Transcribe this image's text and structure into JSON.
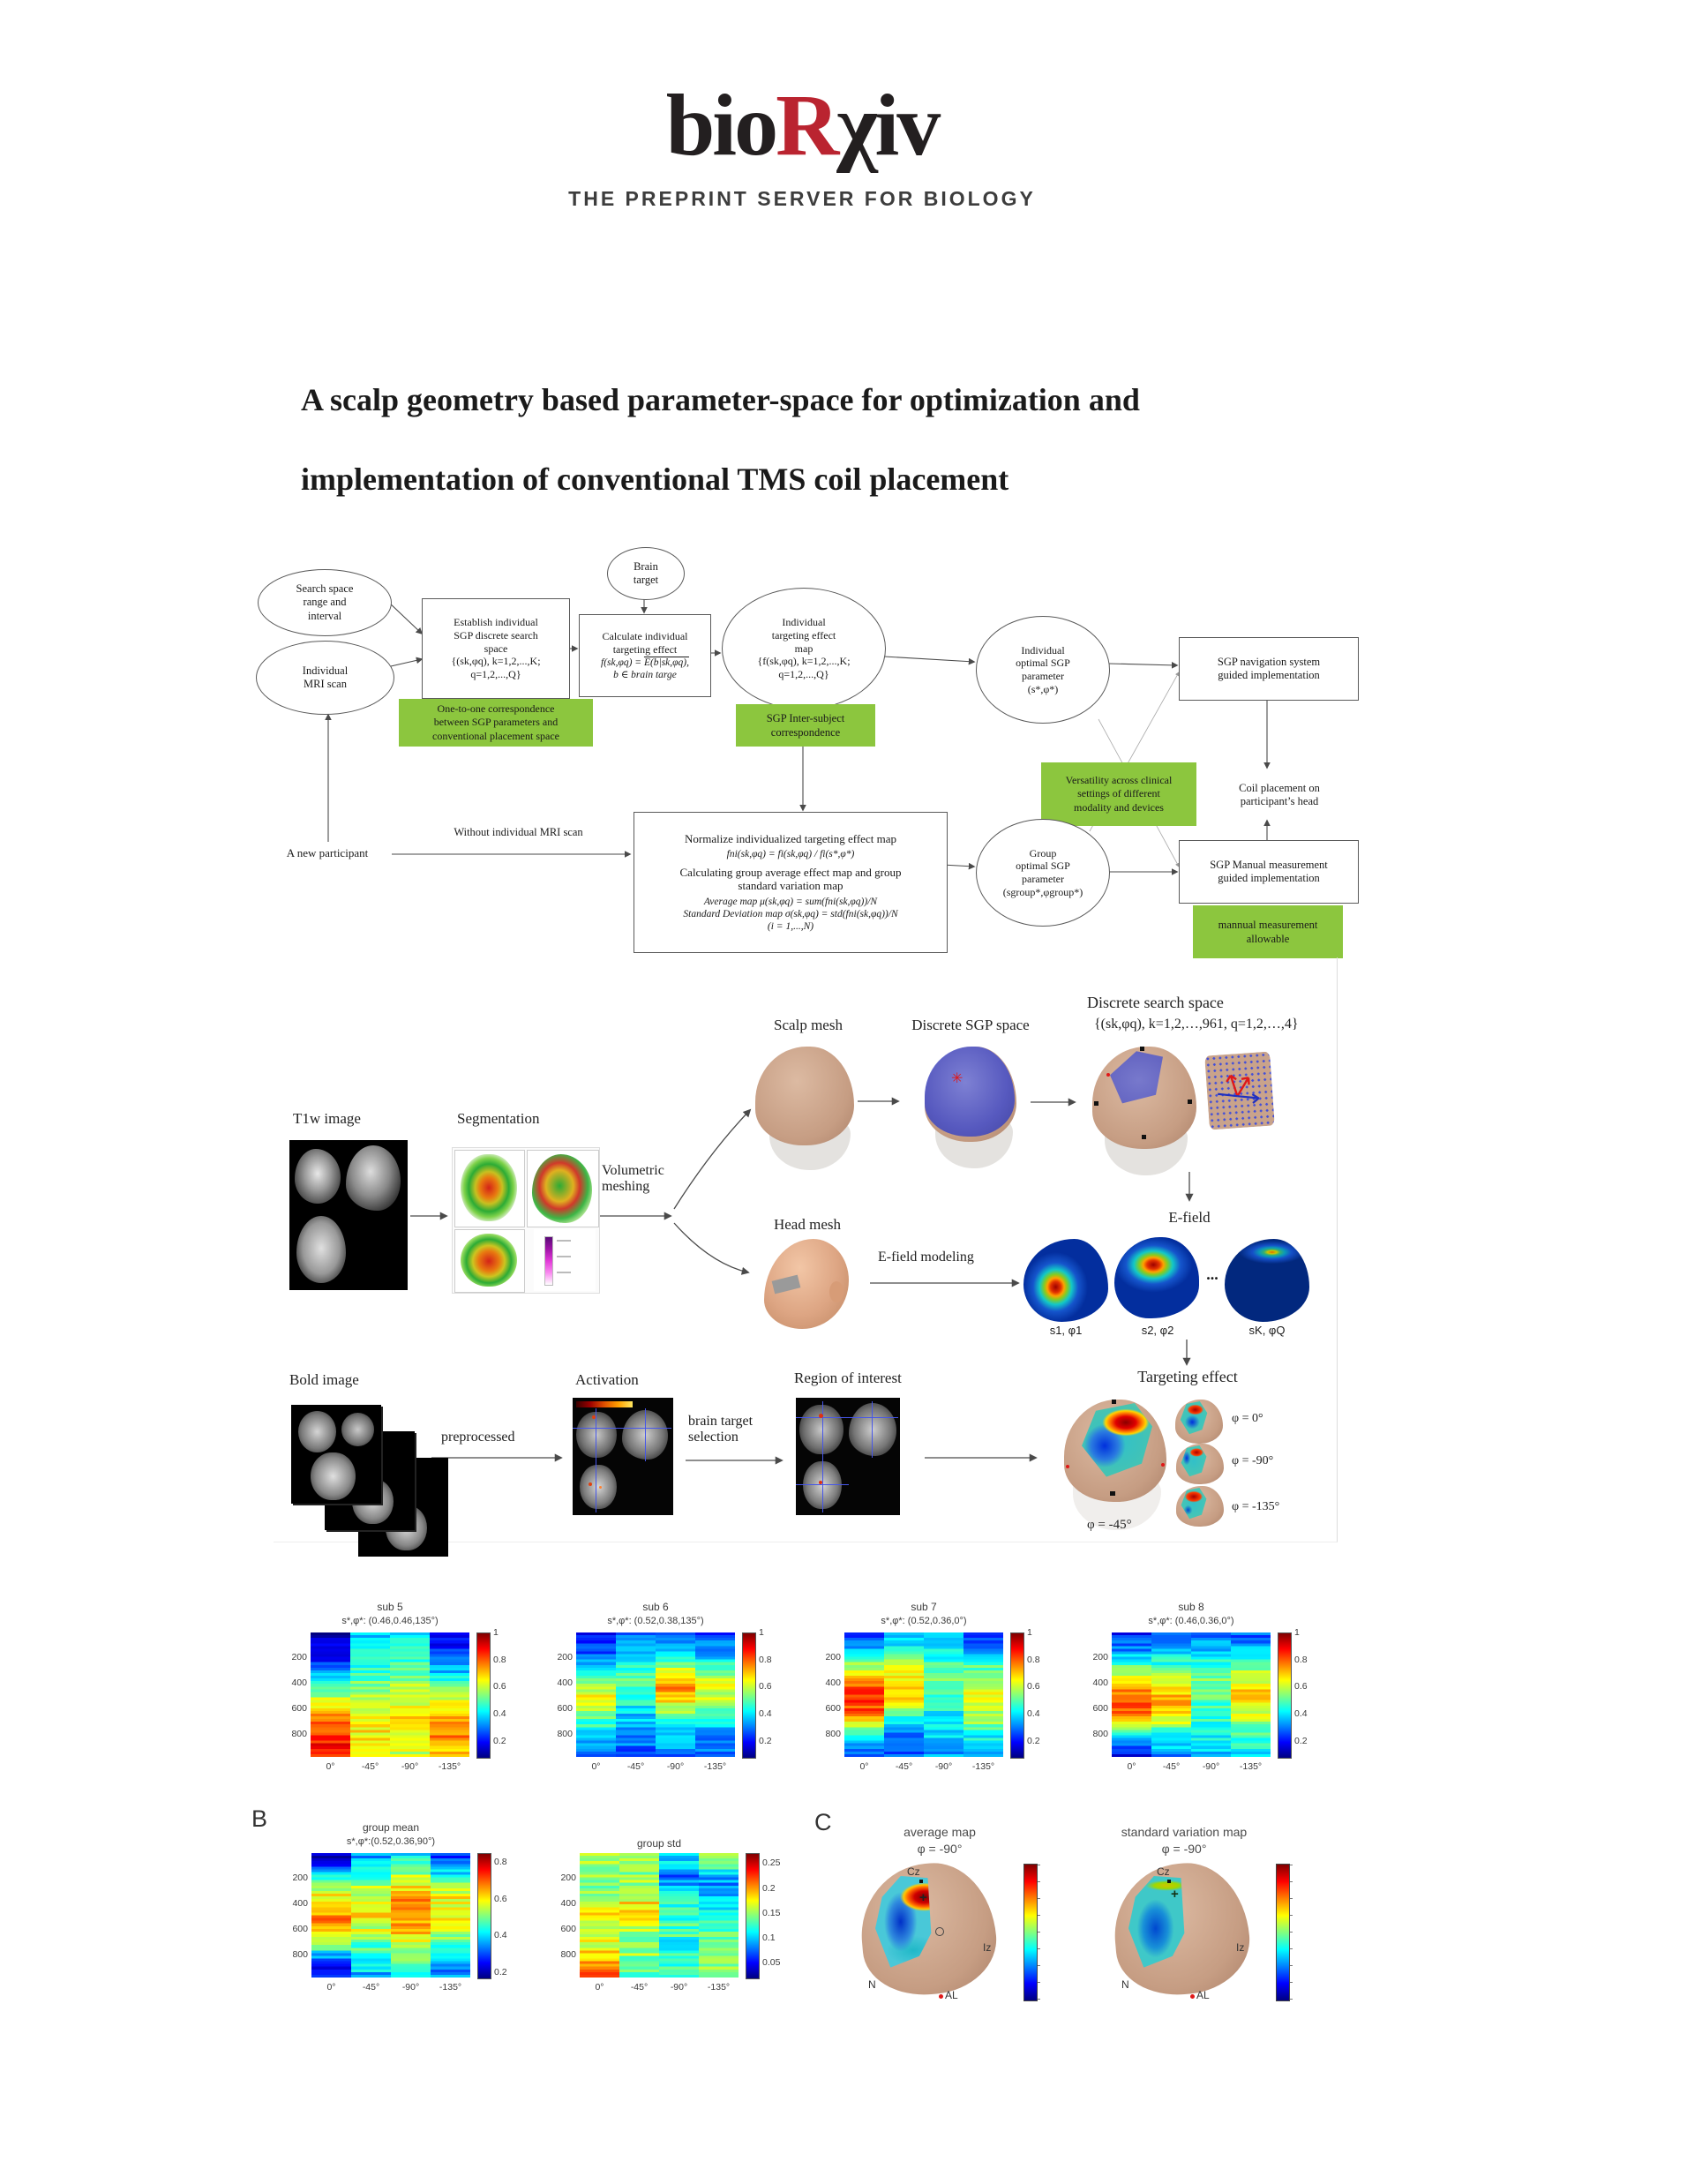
{
  "logo": {
    "bio": "bio",
    "r": "R",
    "chi": "χ",
    "iv": "iv",
    "tagline": "THE PREPRINT SERVER FOR BIOLOGY",
    "red": "#BA2430"
  },
  "title": {
    "line1": "A scalp geometry based parameter-space for optimization and",
    "line2": "implementation of conventional TMS coil placement"
  },
  "colors": {
    "green_box": "#8CC63E",
    "head_tan": "#C9A38B",
    "cap_blue": "#5055C5"
  },
  "flowchart": {
    "search_space": "Search space\nrange and\ninterval",
    "mri_scan": "Individual\nMRI scan",
    "establish": "Establish individual\nSGP discrete search\nspace\n{(sk,φq), k=1,2,...,K;\nq=1,2,...,Q}",
    "one_to_one": "One-to-one correspondence\nbetween SGP parameters and\nconventional placement space",
    "brain_target": "Brain\ntarget",
    "calculate_title": "Calculate individual\ntargeting effect",
    "calculate_f1": "f(sk,φq) =  ",
    "calculate_f1_over": "E(b|sk,φq),",
    "calculate_f2": "b ∈ brain targe",
    "targeting_map": "Individual\ntargeting effect\nmap\n{f(sk,φq), k=1,2,...,K;\nq=1,2,...,Q}",
    "inter_subject": "SGP Inter-subject\ncorrespondence",
    "individual_optimal": "Individual\noptimal SGP\nparameter\n(s*,φ*)",
    "navigation": "SGP navigation system\nguided implementation",
    "versatility": "Versatility across clinical\nsettings of different\nmodality and devices",
    "coil_placement": "Coil placement on\nparticipant’s head",
    "group_optimal": "Group\noptimal SGP\nparameter\n(sgroup*,φgroup*)",
    "manual": "SGP Manual measurement\nguided implementation",
    "manual_allowable": "mannual measurement\nallowable",
    "new_participant": "A new participant",
    "without_mri": "Without individual MRI scan",
    "normalize_title": "Normalize individualized targeting effect map",
    "normalize_f1": "fni(sk,φq) = fi(sk,φq) / fi(s*,φ*)",
    "normalize_sub": "Calculating group average effect map and group\nstandard variation map",
    "normalize_f2": "Average map μ(sk,φq) = sum(fni(sk,φq))/N",
    "normalize_f3": "Standard Deviation map σ(sk,φq) = std(fni(sk,φq))/N",
    "normalize_f4": "(i =  1,...,N)"
  },
  "figure": {
    "t1w": "T1w image",
    "segmentation": "Segmentation",
    "volumetric": "Volumetric\nmeshing",
    "scalp_mesh": "Scalp mesh",
    "discrete_sgp": "Discrete SGP space",
    "discrete_search_1": "Discrete search space",
    "discrete_search_2": "{(sk,φq), k=1,2,…,961, q=1,2,…,4}",
    "head_mesh": "Head mesh",
    "efield_modeling": "E-field modeling",
    "efield": "E-field",
    "brain_labels": [
      "s1, φ1",
      "s2, φ2",
      "sK, φQ"
    ],
    "dots": "...",
    "bold_image": "Bold image",
    "preprocessed": "preprocessed",
    "activation": "Activation",
    "brain_target_selection": "brain target\nselection",
    "roi": "Region of interest",
    "targeting_effect": "Targeting effect",
    "phi_big": "φ = -45°",
    "phi_0": "φ = 0°",
    "phi_90": "φ = -90°",
    "phi_135": "φ = -135°"
  },
  "panel_b_label": "B",
  "panel_c_label": "C",
  "panel_c": {
    "avg_title": "average map",
    "avg_phi": "φ = -90°",
    "std_title": "standard variation map",
    "std_phi": "φ = -90°",
    "cz": "Cz",
    "iz": "Iz",
    "n": "N",
    "al": "AL"
  },
  "chart_data": [
    {
      "type": "heatmap",
      "title": "sub 5",
      "subtitle": "s*,φ*: (0.46,0.46,135°)",
      "x_ticks": [
        "0°",
        "-45°",
        "-90°",
        "-135°"
      ],
      "y_ticks": [
        200,
        400,
        600,
        800
      ],
      "y_max": 970,
      "colorbar_ticks": [
        1,
        0.8,
        0.6,
        0.4,
        0.2
      ],
      "cmin": 0.08,
      "cmax": 1,
      "jitter": 0.13,
      "columns": [
        [
          0.12,
          0.15,
          0.2,
          0.28,
          0.38,
          0.5,
          0.62,
          0.72,
          0.8,
          0.85,
          0.88,
          0.82
        ],
        [
          0.38,
          0.4,
          0.42,
          0.45,
          0.5,
          0.55,
          0.6,
          0.65,
          0.68,
          0.66,
          0.68,
          0.63
        ],
        [
          0.42,
          0.44,
          0.46,
          0.5,
          0.55,
          0.58,
          0.62,
          0.66,
          0.68,
          0.66,
          0.64,
          0.6
        ],
        [
          0.18,
          0.22,
          0.3,
          0.33,
          0.45,
          0.52,
          0.6,
          0.68,
          0.73,
          0.78,
          0.72,
          0.68
        ]
      ]
    },
    {
      "type": "heatmap",
      "title": "sub 6",
      "subtitle": "s*,φ*: (0.52,0.38,135°)",
      "x_ticks": [
        "0°",
        "-45°",
        "-90°",
        "-135°"
      ],
      "y_ticks": [
        200,
        400,
        600,
        800
      ],
      "y_max": 970,
      "colorbar_ticks": [
        1,
        0.8,
        0.6,
        0.4,
        0.2
      ],
      "cmin": 0.08,
      "cmax": 1,
      "jitter": 0.13,
      "columns": [
        [
          0.2,
          0.22,
          0.28,
          0.4,
          0.52,
          0.58,
          0.66,
          0.58,
          0.48,
          0.4,
          0.33,
          0.25
        ],
        [
          0.3,
          0.33,
          0.38,
          0.46,
          0.52,
          0.5,
          0.46,
          0.4,
          0.36,
          0.33,
          0.3,
          0.28
        ],
        [
          0.3,
          0.36,
          0.44,
          0.58,
          0.7,
          0.76,
          0.7,
          0.56,
          0.44,
          0.38,
          0.33,
          0.3
        ],
        [
          0.25,
          0.3,
          0.38,
          0.48,
          0.58,
          0.64,
          0.58,
          0.48,
          0.4,
          0.35,
          0.3,
          0.28
        ]
      ]
    },
    {
      "type": "heatmap",
      "title": "sub 7",
      "subtitle": "s*,φ*: (0.52,0.36,0°)",
      "x_ticks": [
        "0°",
        "-45°",
        "-90°",
        "-135°"
      ],
      "y_ticks": [
        200,
        400,
        600,
        800
      ],
      "y_max": 970,
      "colorbar_ticks": [
        1,
        0.8,
        0.6,
        0.4,
        0.2
      ],
      "cmin": 0.08,
      "cmax": 1,
      "jitter": 0.13,
      "columns": [
        [
          0.2,
          0.3,
          0.45,
          0.6,
          0.72,
          0.82,
          0.85,
          0.8,
          0.65,
          0.45,
          0.3,
          0.25
        ],
        [
          0.35,
          0.4,
          0.5,
          0.6,
          0.68,
          0.72,
          0.66,
          0.5,
          0.4,
          0.33,
          0.3,
          0.28
        ],
        [
          0.38,
          0.4,
          0.44,
          0.5,
          0.52,
          0.5,
          0.46,
          0.44,
          0.42,
          0.4,
          0.36,
          0.34
        ],
        [
          0.22,
          0.3,
          0.4,
          0.5,
          0.56,
          0.6,
          0.64,
          0.6,
          0.55,
          0.45,
          0.4,
          0.33
        ]
      ]
    },
    {
      "type": "heatmap",
      "title": "sub 8",
      "subtitle": "s*,φ*: (0.46,0.36,0°)",
      "x_ticks": [
        "0°",
        "-45°",
        "-90°",
        "-135°"
      ],
      "y_ticks": [
        200,
        400,
        600,
        800
      ],
      "y_max": 970,
      "colorbar_ticks": [
        1,
        0.8,
        0.6,
        0.4,
        0.2
      ],
      "cmin": 0.08,
      "cmax": 1,
      "jitter": 0.13,
      "columns": [
        [
          0.22,
          0.28,
          0.38,
          0.52,
          0.64,
          0.74,
          0.8,
          0.78,
          0.68,
          0.45,
          0.28,
          0.2
        ],
        [
          0.3,
          0.34,
          0.4,
          0.5,
          0.6,
          0.68,
          0.74,
          0.73,
          0.6,
          0.45,
          0.38,
          0.33
        ],
        [
          0.3,
          0.34,
          0.4,
          0.48,
          0.54,
          0.54,
          0.5,
          0.48,
          0.46,
          0.44,
          0.4,
          0.38
        ],
        [
          0.28,
          0.33,
          0.42,
          0.54,
          0.63,
          0.68,
          0.68,
          0.63,
          0.55,
          0.48,
          0.44,
          0.4
        ]
      ]
    },
    {
      "type": "heatmap",
      "title": "group mean",
      "subtitle": "s*,φ*:(0.52,0.36,90°)",
      "x_ticks": [
        "0°",
        "-45°",
        "-90°",
        "-135°"
      ],
      "y_ticks": [
        200,
        400,
        600,
        800
      ],
      "y_max": 970,
      "colorbar_ticks": [
        0.8,
        0.6,
        0.4,
        0.2
      ],
      "cmin": 0.17,
      "cmax": 0.85,
      "jitter": 0.12,
      "columns": [
        [
          0.22,
          0.3,
          0.42,
          0.54,
          0.62,
          0.66,
          0.68,
          0.63,
          0.54,
          0.4,
          0.3,
          0.24
        ],
        [
          0.36,
          0.4,
          0.47,
          0.54,
          0.59,
          0.61,
          0.59,
          0.55,
          0.5,
          0.45,
          0.41,
          0.38
        ],
        [
          0.43,
          0.48,
          0.55,
          0.62,
          0.67,
          0.7,
          0.68,
          0.63,
          0.58,
          0.53,
          0.48,
          0.45
        ],
        [
          0.3,
          0.36,
          0.44,
          0.53,
          0.59,
          0.61,
          0.59,
          0.54,
          0.49,
          0.44,
          0.39,
          0.34
        ]
      ]
    },
    {
      "type": "heatmap",
      "title": "group std",
      "subtitle": "",
      "x_ticks": [
        "0°",
        "-45°",
        "-90°",
        "-135°"
      ],
      "y_ticks": [
        200,
        400,
        600,
        800
      ],
      "y_max": 970,
      "colorbar_ticks": [
        0.25,
        0.2,
        0.15,
        0.1,
        0.05
      ],
      "cmin": 0.02,
      "cmax": 0.27,
      "jitter": 0.045,
      "columns": [
        [
          0.15,
          0.16,
          0.15,
          0.14,
          0.16,
          0.19,
          0.18,
          0.16,
          0.17,
          0.18,
          0.21,
          0.21
        ],
        [
          0.14,
          0.15,
          0.15,
          0.16,
          0.17,
          0.19,
          0.18,
          0.16,
          0.15,
          0.15,
          0.14,
          0.14
        ],
        [
          0.1,
          0.12,
          0.08,
          0.09,
          0.12,
          0.13,
          0.13,
          0.13,
          0.12,
          0.13,
          0.13,
          0.13
        ],
        [
          0.14,
          0.13,
          0.09,
          0.08,
          0.1,
          0.12,
          0.13,
          0.13,
          0.14,
          0.15,
          0.15,
          0.14
        ]
      ]
    }
  ]
}
